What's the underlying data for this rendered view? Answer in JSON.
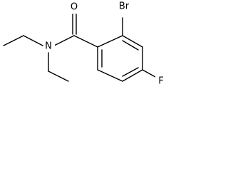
{
  "molecule": {
    "atoms": {
      "oxygen": "O",
      "nitrogen": "N",
      "bromine": "Br",
      "fluorine": "F"
    }
  }
}
